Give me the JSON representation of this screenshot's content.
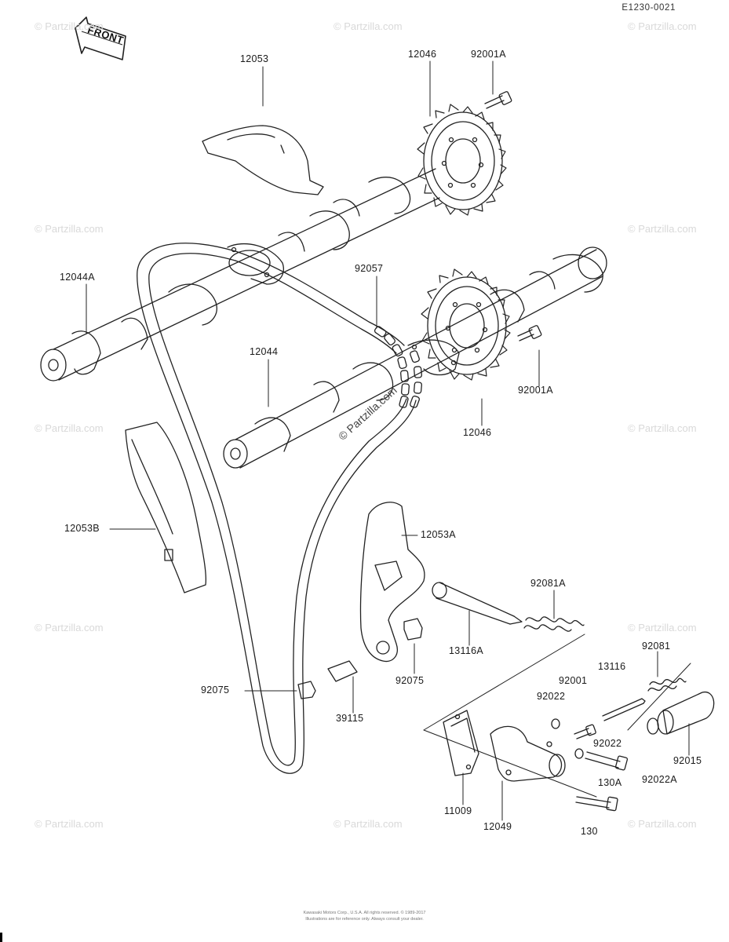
{
  "diagram": {
    "code": "E1230-0021",
    "front_label": "FRONT",
    "watermark": "© Partzilla.com",
    "center_watermark": "© Partzilla.com",
    "copyright_line1": "Kawasaki Motors Corp., U.S.A. All rights reserved. © 1989-2017",
    "copyright_line2": "Illustrations are for reference only. Always consult your dealer.",
    "parts": [
      {
        "id": "p12053",
        "number": "12053"
      },
      {
        "id": "p12046a",
        "number": "12046"
      },
      {
        "id": "p92001a1",
        "number": "92001A"
      },
      {
        "id": "p12044a",
        "number": "12044A"
      },
      {
        "id": "p92057",
        "number": "92057"
      },
      {
        "id": "p12044",
        "number": "12044"
      },
      {
        "id": "p92001a2",
        "number": "92001A"
      },
      {
        "id": "p12046b",
        "number": "12046"
      },
      {
        "id": "p12053b",
        "number": "12053B"
      },
      {
        "id": "p12053a",
        "number": "12053A"
      },
      {
        "id": "p92081a",
        "number": "92081A"
      },
      {
        "id": "p13116a",
        "number": "13116A"
      },
      {
        "id": "p92075a",
        "number": "92075"
      },
      {
        "id": "p92075b",
        "number": "92075"
      },
      {
        "id": "p39115",
        "number": "39115"
      },
      {
        "id": "p13116",
        "number": "13116"
      },
      {
        "id": "p92081",
        "number": "92081"
      },
      {
        "id": "p92001",
        "number": "92001"
      },
      {
        "id": "p92022i",
        "number": "92022"
      },
      {
        "id": "p92022",
        "number": "92022"
      },
      {
        "id": "p92015",
        "number": "92015"
      },
      {
        "id": "p130a",
        "number": "130A"
      },
      {
        "id": "p92022a",
        "number": "92022A"
      },
      {
        "id": "p11009",
        "number": "11009"
      },
      {
        "id": "p12049",
        "number": "12049"
      },
      {
        "id": "p130",
        "number": "130"
      }
    ]
  }
}
